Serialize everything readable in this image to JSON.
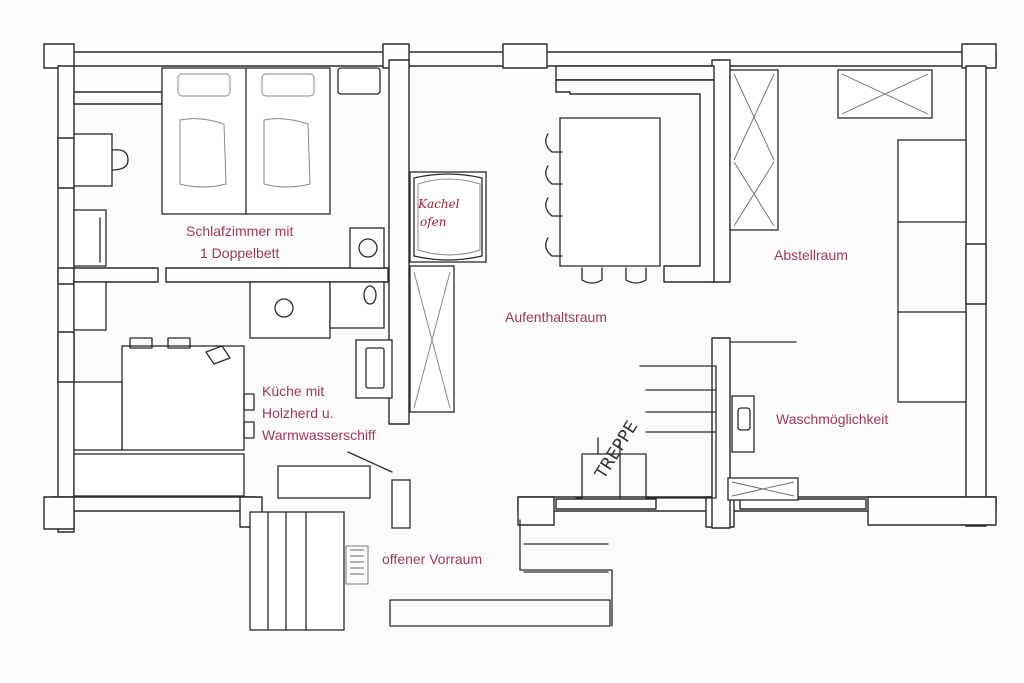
{
  "rooms": {
    "bedroom_line1": "Schlafzimmer mit",
    "bedroom_line2": "1 Doppelbett",
    "living_room": "Aufenthaltsraum",
    "storage_room": "Abstellraum",
    "kitchen_line1": "Küche mit",
    "kitchen_line2": "Holzherd u.",
    "kitchen_line3": "Warmwasserschiff",
    "washing": "Waschmöglichkeit",
    "entrance": "offener Vorraum"
  },
  "annotations": {
    "stove_line1": "Kachel",
    "stove_line2": "ofen",
    "stairs": "TREPPE"
  },
  "colors": {
    "label": "#a03a55",
    "handwriting": "#a02030",
    "ink": "#2a2a2a"
  }
}
